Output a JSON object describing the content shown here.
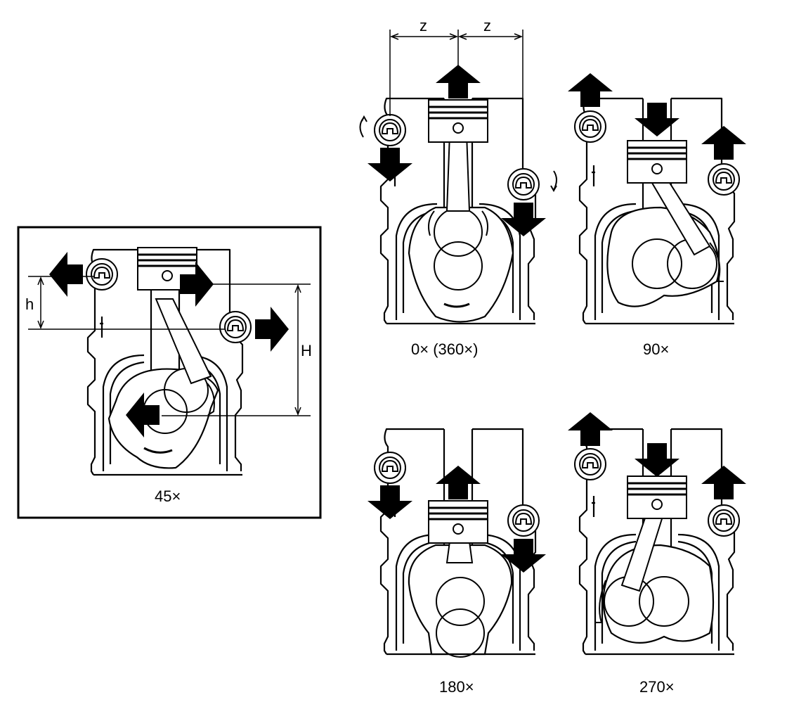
{
  "figures": [
    {
      "id": "fig-45",
      "caption": "45×"
    },
    {
      "id": "fig-0",
      "caption": "0× (360×)"
    },
    {
      "id": "fig-90",
      "caption": "90×"
    },
    {
      "id": "fig-180",
      "caption": "180×"
    },
    {
      "id": "fig-270",
      "caption": "270×"
    }
  ],
  "dimensions": {
    "h": "h",
    "H": "H",
    "z1": "z",
    "z2": "z"
  },
  "colors": {
    "ink": "#000000",
    "paper": "#ffffff"
  }
}
